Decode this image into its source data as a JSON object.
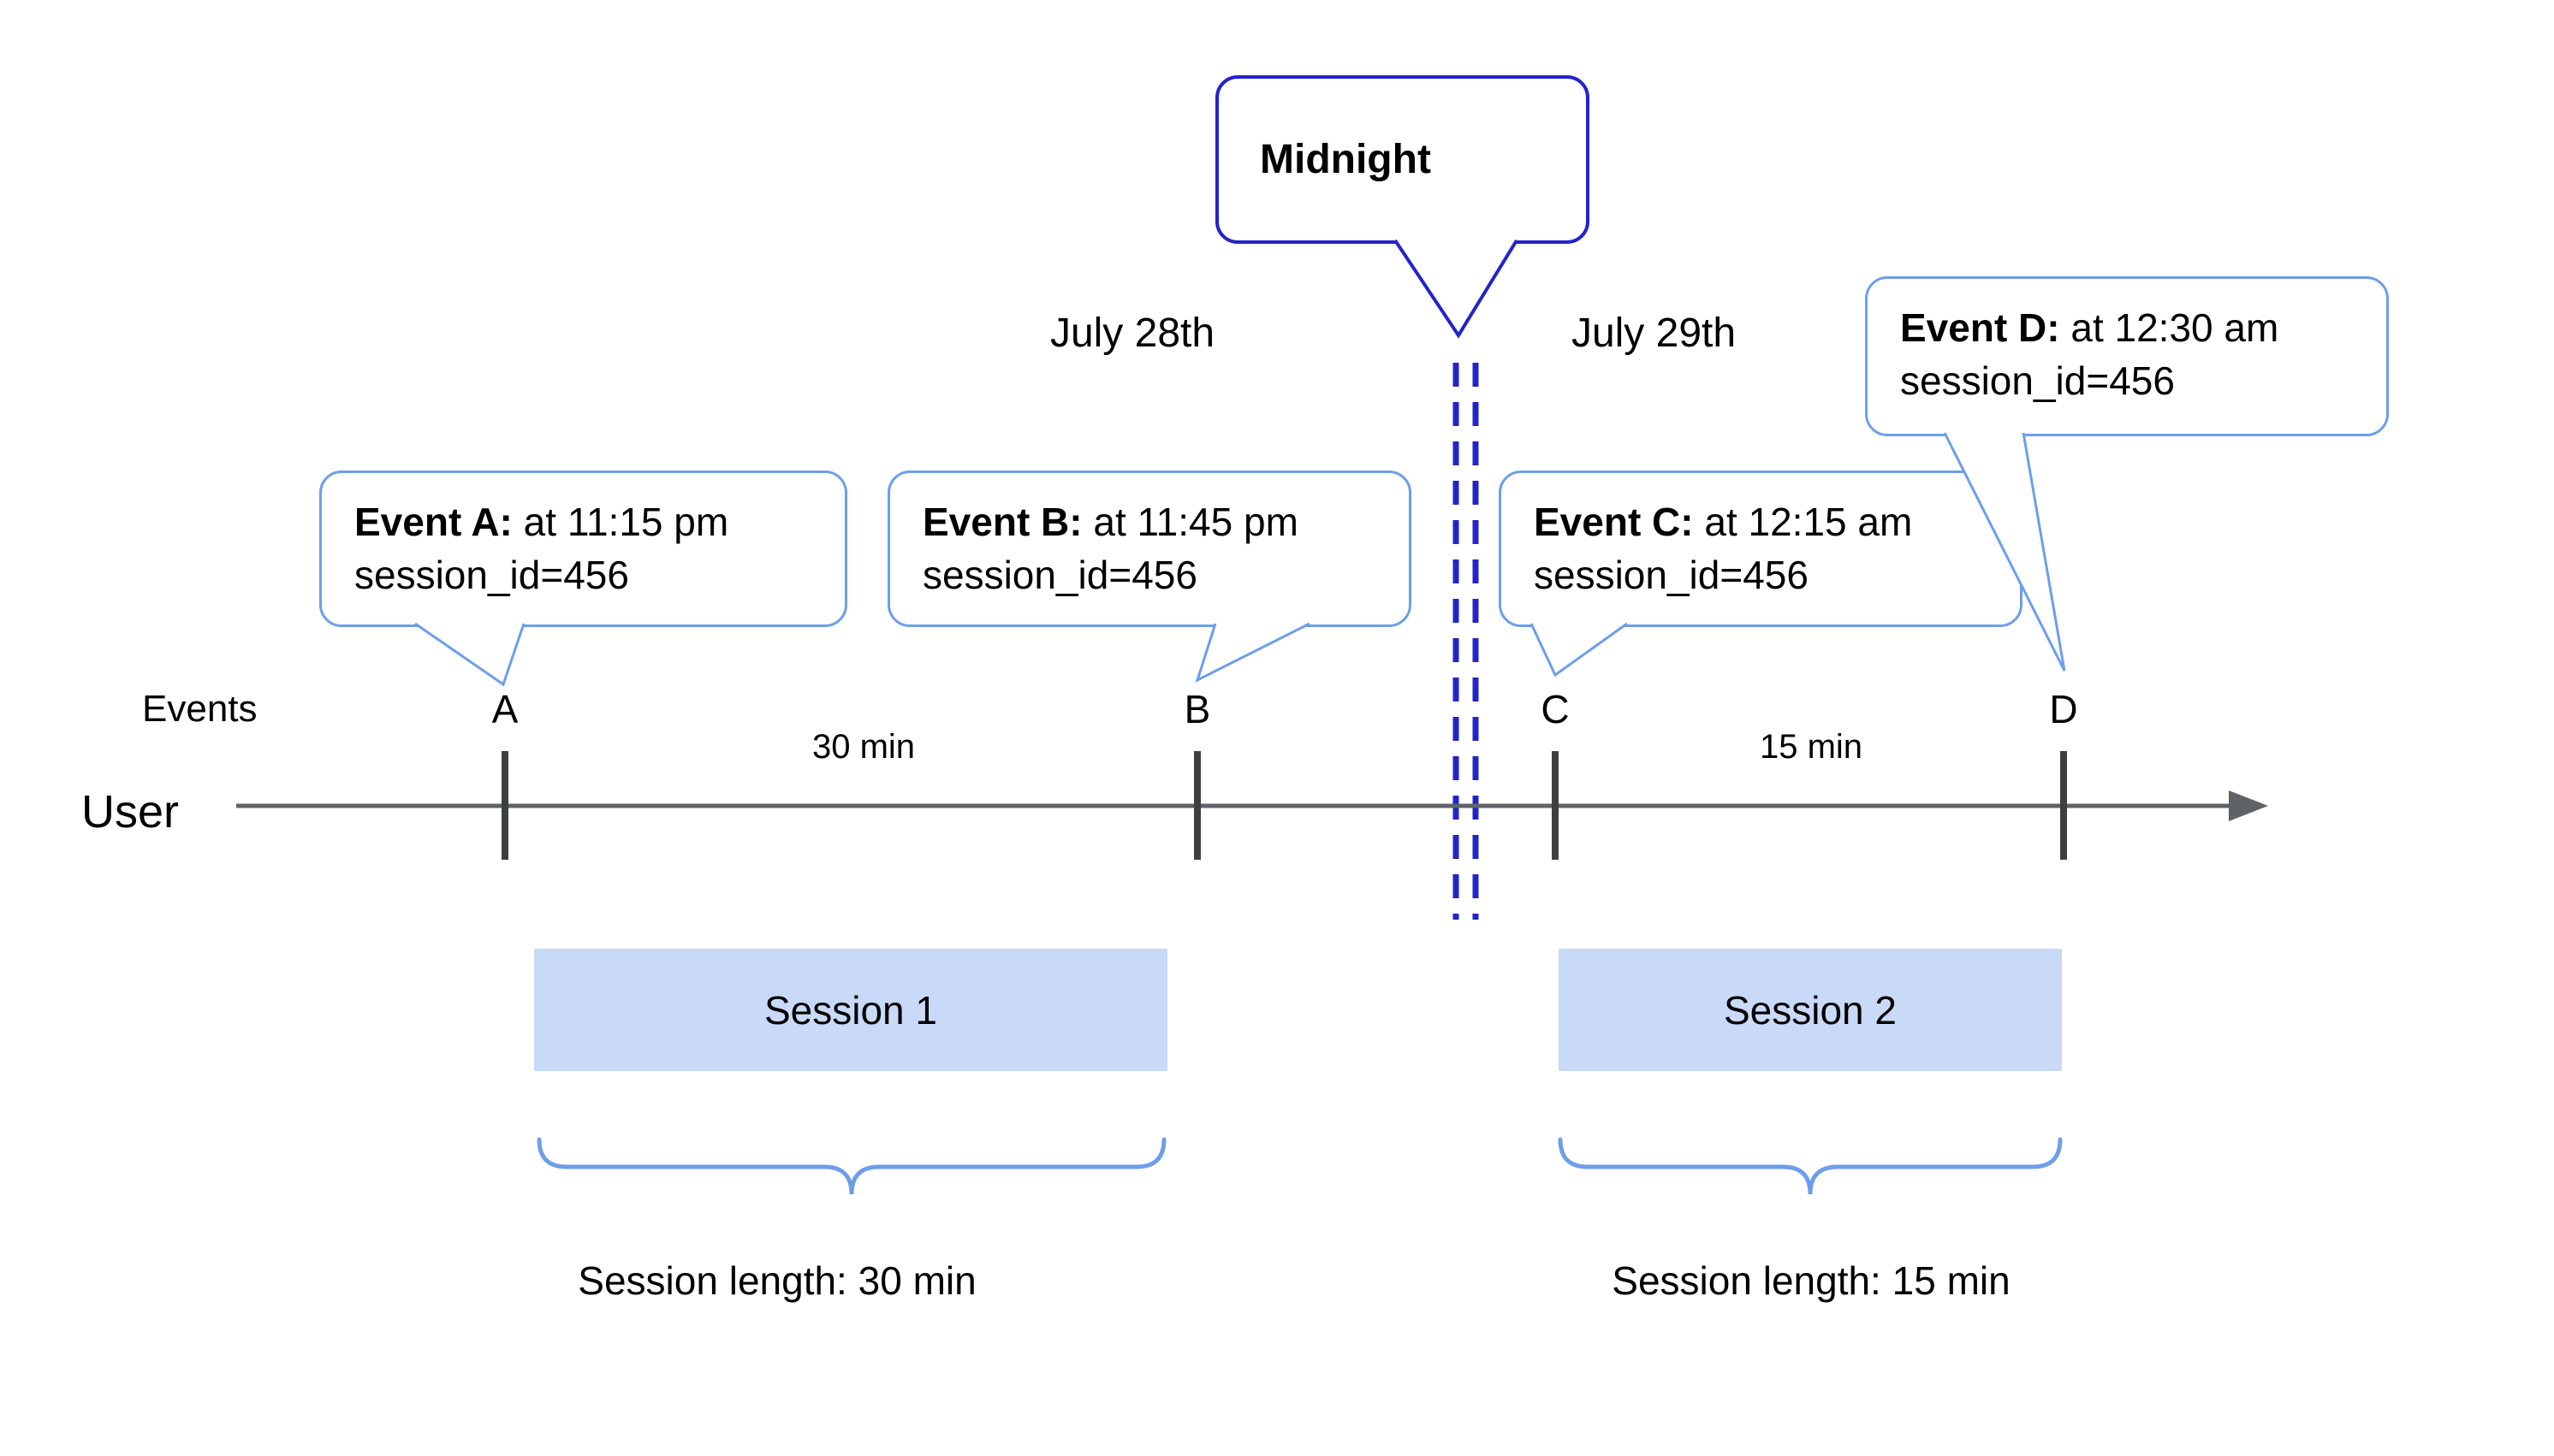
{
  "callouts": {
    "midnight": {
      "label": "Midnight"
    },
    "events": [
      {
        "name": "Event A:",
        "time": " at 11:15 pm",
        "session": "session_id=456"
      },
      {
        "name": "Event B:",
        "time": " at 11:45 pm",
        "session": "session_id=456"
      },
      {
        "name": "Event C:",
        "time": " at 12:15 am",
        "session": "session_id=456"
      },
      {
        "name": "Event D:",
        "time": " at 12:30 am",
        "session": "session_id=456"
      }
    ]
  },
  "dates": {
    "before_midnight": "July 28th",
    "after_midnight": "July 29th"
  },
  "timeline": {
    "user_label": "User",
    "events_label": "Events",
    "tick_labels": [
      "A",
      "B",
      "C",
      "D"
    ],
    "interval_ab": "30 min",
    "interval_cd": "15 min"
  },
  "sessions": [
    {
      "label": "Session 1",
      "length_label": "Session length: 30 min"
    },
    {
      "label": "Session 2",
      "length_label": "Session length: 15 min"
    }
  ],
  "colors": {
    "midnight_blue": "#2323cc",
    "callout_blue": "#6d9eeb",
    "session_fill": "#c9daf8",
    "axis_gray": "#5f6368",
    "tick_gray": "#3c4043"
  }
}
